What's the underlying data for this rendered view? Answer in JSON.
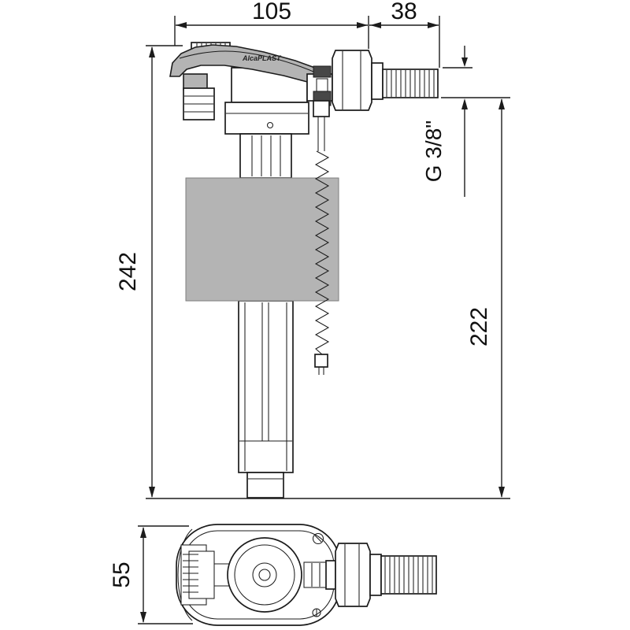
{
  "drawing": {
    "brand": "AlcaPLAST",
    "dimensions": {
      "arm_length": "105",
      "shank_length": "38",
      "total_height": "242",
      "install_height": "222",
      "thread_size": "G 3/8\"",
      "body_depth": "55"
    }
  }
}
